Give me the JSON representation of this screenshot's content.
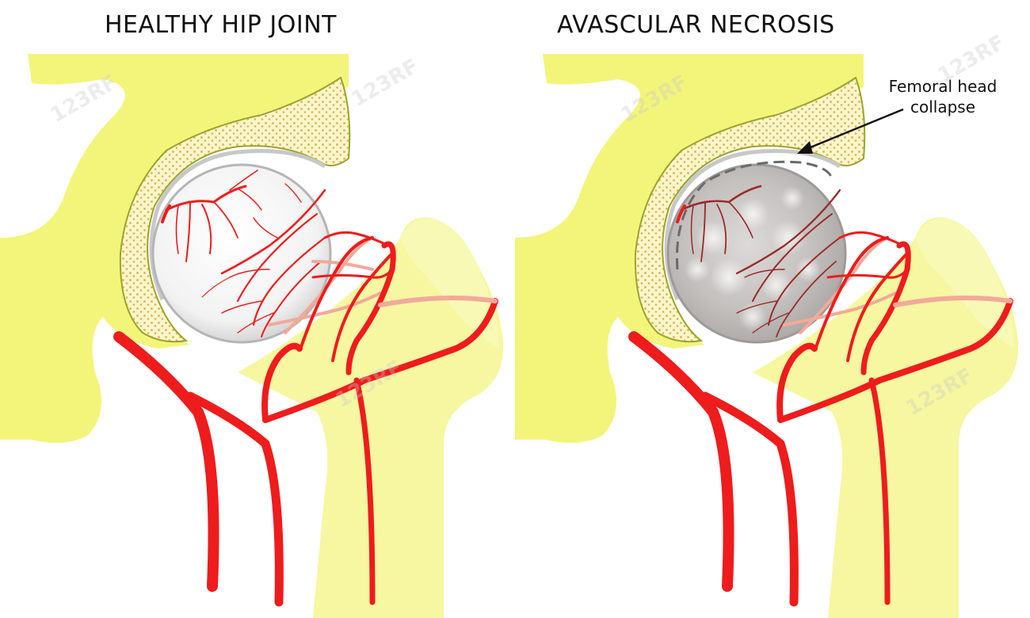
{
  "panels": {
    "left": {
      "title": "HEALTHY HIP JOINT"
    },
    "right": {
      "title": "AVASCULAR NECROSIS"
    }
  },
  "annotation": {
    "line1": "Femoral head",
    "line2": "collapse"
  },
  "watermark": "123RF",
  "colors": {
    "bone": "#f3f57a",
    "bone_light": "#f8f9b5",
    "bone_outline": "#9aa52a",
    "cortical": "#fbf6c8",
    "cortical_dots": "#d8b060",
    "vessel": "#ee1c1c",
    "vessel_faded": "#f2a99a",
    "vessel_necrotic": "#9a2a2a",
    "femoral_head_healthy": "#ffffff",
    "femoral_head_necrotic": "#c9c7c6",
    "cartilage": "#c8c8c8"
  }
}
